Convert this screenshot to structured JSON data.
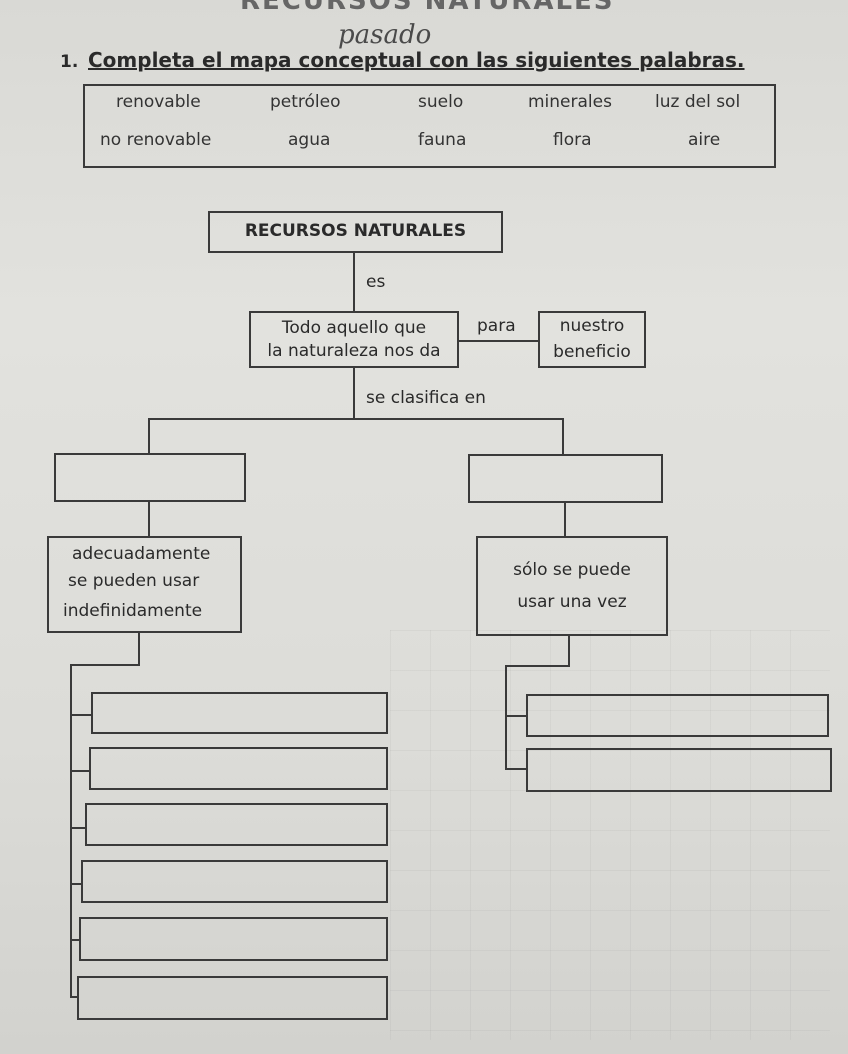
{
  "header_partial": "RECURSOS NATURALES",
  "handwritten_note": "pasado",
  "instruction": {
    "number": "1.",
    "text": "Completa el mapa conceptual con las siguientes palabras."
  },
  "word_bank": {
    "row1": [
      "renovable",
      "petróleo",
      "suelo",
      "minerales",
      "luz del sol"
    ],
    "row2": [
      "no renovable",
      "agua",
      "fauna",
      "flora",
      "aire"
    ]
  },
  "concept_map": {
    "title": "RECURSOS NATURALES",
    "link_es": "es",
    "definition_line1": "Todo aquello que",
    "definition_line2": "la naturaleza nos da",
    "link_para": "para",
    "purpose_line1": "nuestro",
    "purpose_line2": "beneficio",
    "link_clasifica": "se clasifica en",
    "left_category_value": "",
    "right_category_value": "",
    "left_desc_line1": "adecuadamente",
    "left_desc_line2": "se pueden usar",
    "left_desc_line3": "indefinidamente",
    "right_desc_line1": "sólo se puede",
    "right_desc_line2": "usar una vez",
    "left_answers": [
      "",
      "",
      "",
      "",
      "",
      ""
    ],
    "right_answers": [
      "",
      ""
    ]
  }
}
